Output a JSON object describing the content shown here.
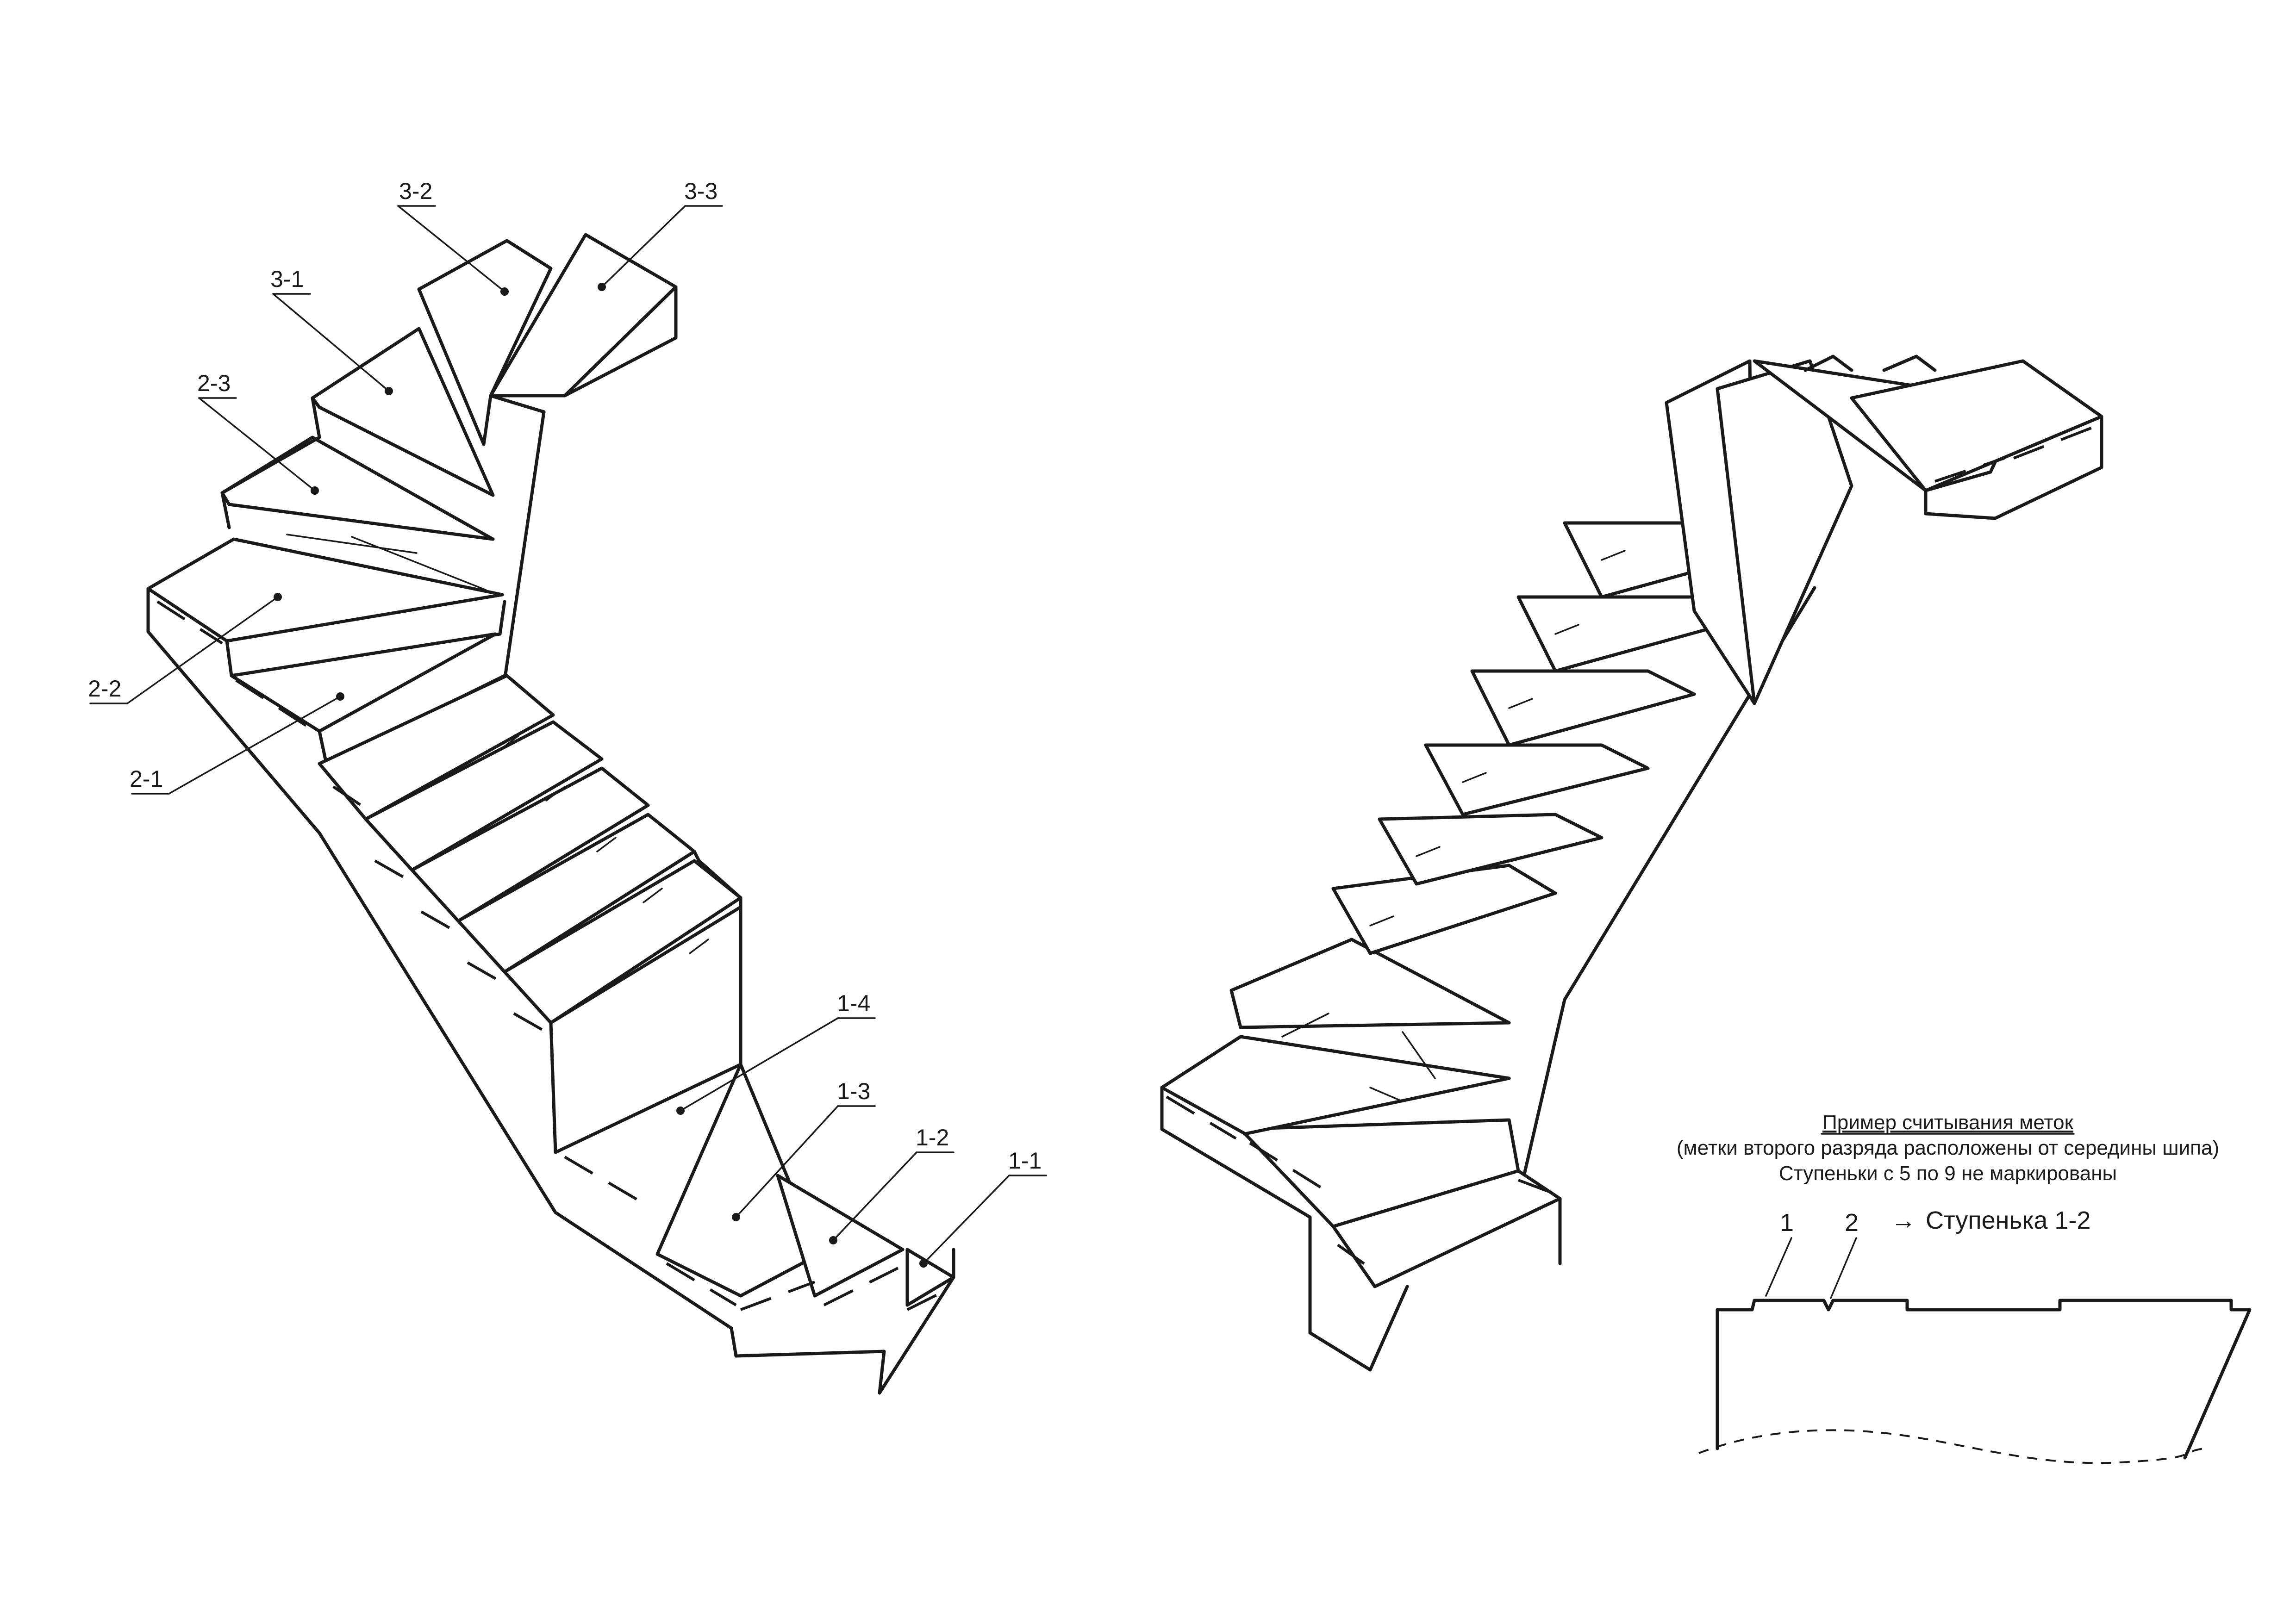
{
  "labels": {
    "s3_2": "3-2",
    "s3_3": "3-3",
    "s3_1": "3-1",
    "s2_3": "2-3",
    "s2_2": "2-2",
    "s2_1": "2-1",
    "s1_4": "1-4",
    "s1_3": "1-3",
    "s1_2": "1-2",
    "s1_1": "1-1"
  },
  "legend": {
    "title": "Пример считывания меток",
    "subtitle": "(метки второго разряда расположены от середины шипа)",
    "note": "Ступеньки с  5 по 9 не маркированы",
    "mark1": "1",
    "mark2": "2",
    "arrow": "→",
    "result": "Ступенька 1-2"
  }
}
